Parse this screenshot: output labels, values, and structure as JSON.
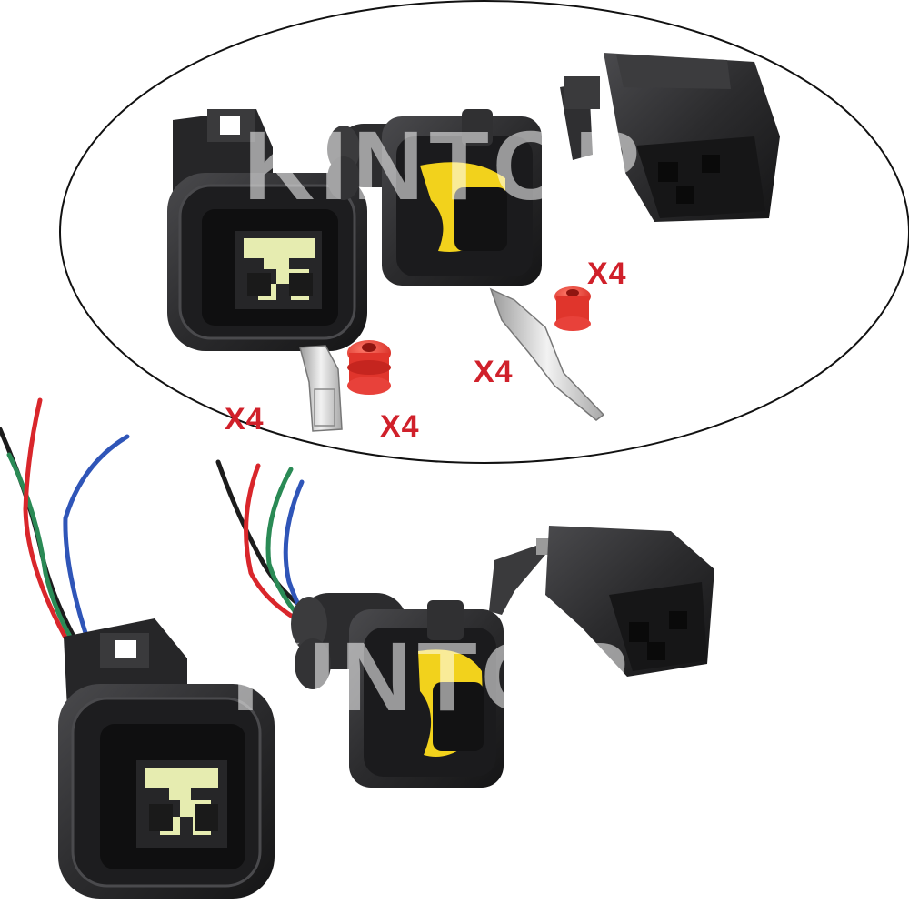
{
  "product_photo": {
    "watermark": "KINTOP",
    "quantity_labels": [
      "X4",
      "X4",
      "X4",
      "X4"
    ],
    "colors": {
      "connector_housing": "#2b2b2d",
      "terminal_insert": "#e6ecb0",
      "seal_core": "#f2d21c",
      "rubber_seal": "#e8413a",
      "label_text": "#d0202a",
      "wire_red": "#d9262b",
      "wire_green": "#2a8a55",
      "wire_blue": "#2f55b8",
      "wire_black": "#1c1c1c"
    },
    "items": [
      "female-connector",
      "male-connector",
      "mating-header",
      "female-terminal",
      "male-terminal",
      "wire-seal"
    ]
  }
}
